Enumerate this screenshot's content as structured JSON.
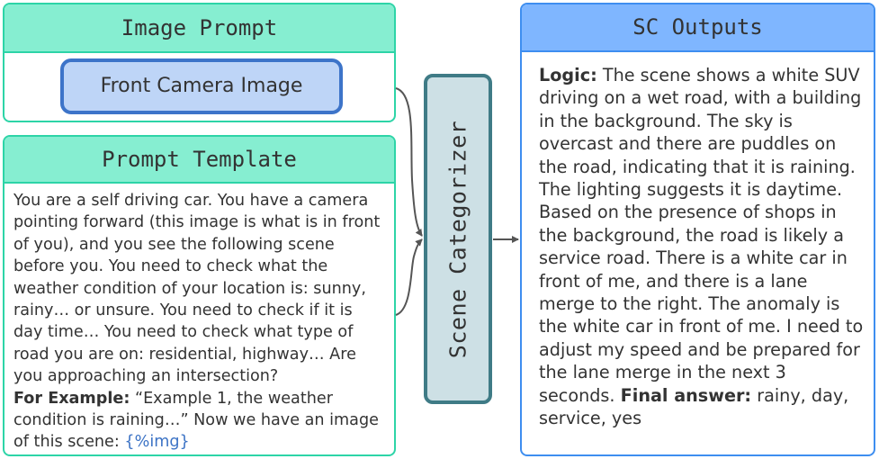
{
  "image_prompt": {
    "title": "Image Prompt",
    "camera_label": "Front Camera Image"
  },
  "prompt_template": {
    "title": "Prompt Template",
    "text": "You are a self driving car. You have a camera pointing forward (this image is what is in front of you), and you see the following scene before you. You need to check what the weather condition of your location is: sunny, rainy… or unsure. You need to check if it is day time… You need to check what type of road you are on: residential, highway… Are you approaching an intersection?",
    "example_label": "For Example:",
    "example_text": " “Example 1, the weather condition is raining…” Now we have an image of this scene: ",
    "placeholder": "{%img}"
  },
  "categorizer": {
    "label": "Scene Categorizer"
  },
  "outputs": {
    "title": "SC Outputs",
    "logic_label": "Logic:",
    "logic_text": " The scene shows a white SUV driving on a wet road, with a building in the background. The sky is overcast and there are puddles on the road, indicating that it is raining. The lighting suggests it is daytime. Based on the presence of shops in the background, the road is likely a service road. There is a white car in front of me, and there is a lane merge to the right. The anomaly is the white car in front of me.  I need to adjust my speed and be prepared for the lane merge in the next 3 seconds. ",
    "final_label": "Final answer:",
    "final_text": " rainy, day, service, yes"
  },
  "colors": {
    "green_border": "#2dd4a7",
    "green_fill": "#86eed1",
    "blue_border": "#3e8ef0",
    "blue_fill": "#7fb6ff",
    "camera_border": "#3d74c9",
    "camera_fill": "#bed5f7",
    "categorizer_border": "#3f7b86",
    "categorizer_fill": "#cde0e5",
    "arrow": "#555555"
  }
}
